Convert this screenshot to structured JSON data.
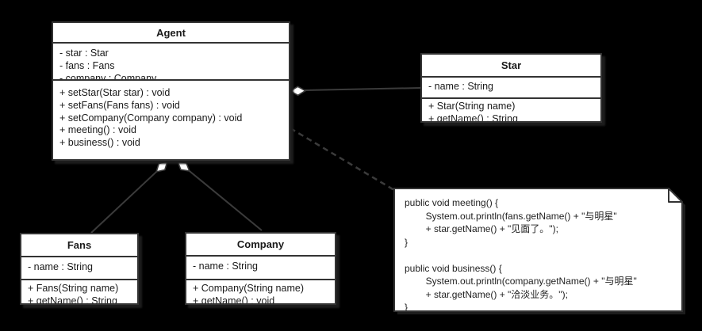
{
  "diagram": {
    "type": "uml-class-diagram",
    "background_color": "#000000",
    "shape_fill_color": "#ffffff",
    "stroke_color": "#333333",
    "text_color": "#1a1a1a"
  },
  "classes": {
    "agent": {
      "title": "Agent",
      "attributes": [
        "- star : Star",
        "- fans : Fans",
        "- company : Company"
      ],
      "methods": [
        "+ setStar(Star star) : void",
        "+ setFans(Fans fans) : void",
        "+ setCompany(Company company) : void",
        "+ meeting() : void",
        "+ business() : void"
      ]
    },
    "star": {
      "title": "Star",
      "attributes": [
        "- name : String"
      ],
      "methods": [
        "+ Star(String name)",
        "+ getName() : String"
      ]
    },
    "fans": {
      "title": "Fans",
      "attributes": [
        "- name : String"
      ],
      "methods": [
        "+ Fans(String name)",
        "+ getName() : String"
      ]
    },
    "company": {
      "title": "Company",
      "attributes": [
        "- name : String"
      ],
      "methods": [
        "+ Company(String name)",
        "+ getName() : void"
      ]
    }
  },
  "note": {
    "code": "public void meeting() {\n        System.out.println(fans.getName() + \"与明星\"\n        + star.getName() + \"见面了。\");\n}\n\npublic void business() {\n        System.out.println(company.getName() + \"与明星\"\n        + star.getName() + \"洽淡业务。\");\n}"
  },
  "relationships": [
    {
      "type": "aggregation",
      "from": "Agent",
      "to": "Star"
    },
    {
      "type": "aggregation",
      "from": "Agent",
      "to": "Fans"
    },
    {
      "type": "aggregation",
      "from": "Agent",
      "to": "Company"
    },
    {
      "type": "note-attachment",
      "from": "Agent",
      "to": "code-note"
    }
  ]
}
